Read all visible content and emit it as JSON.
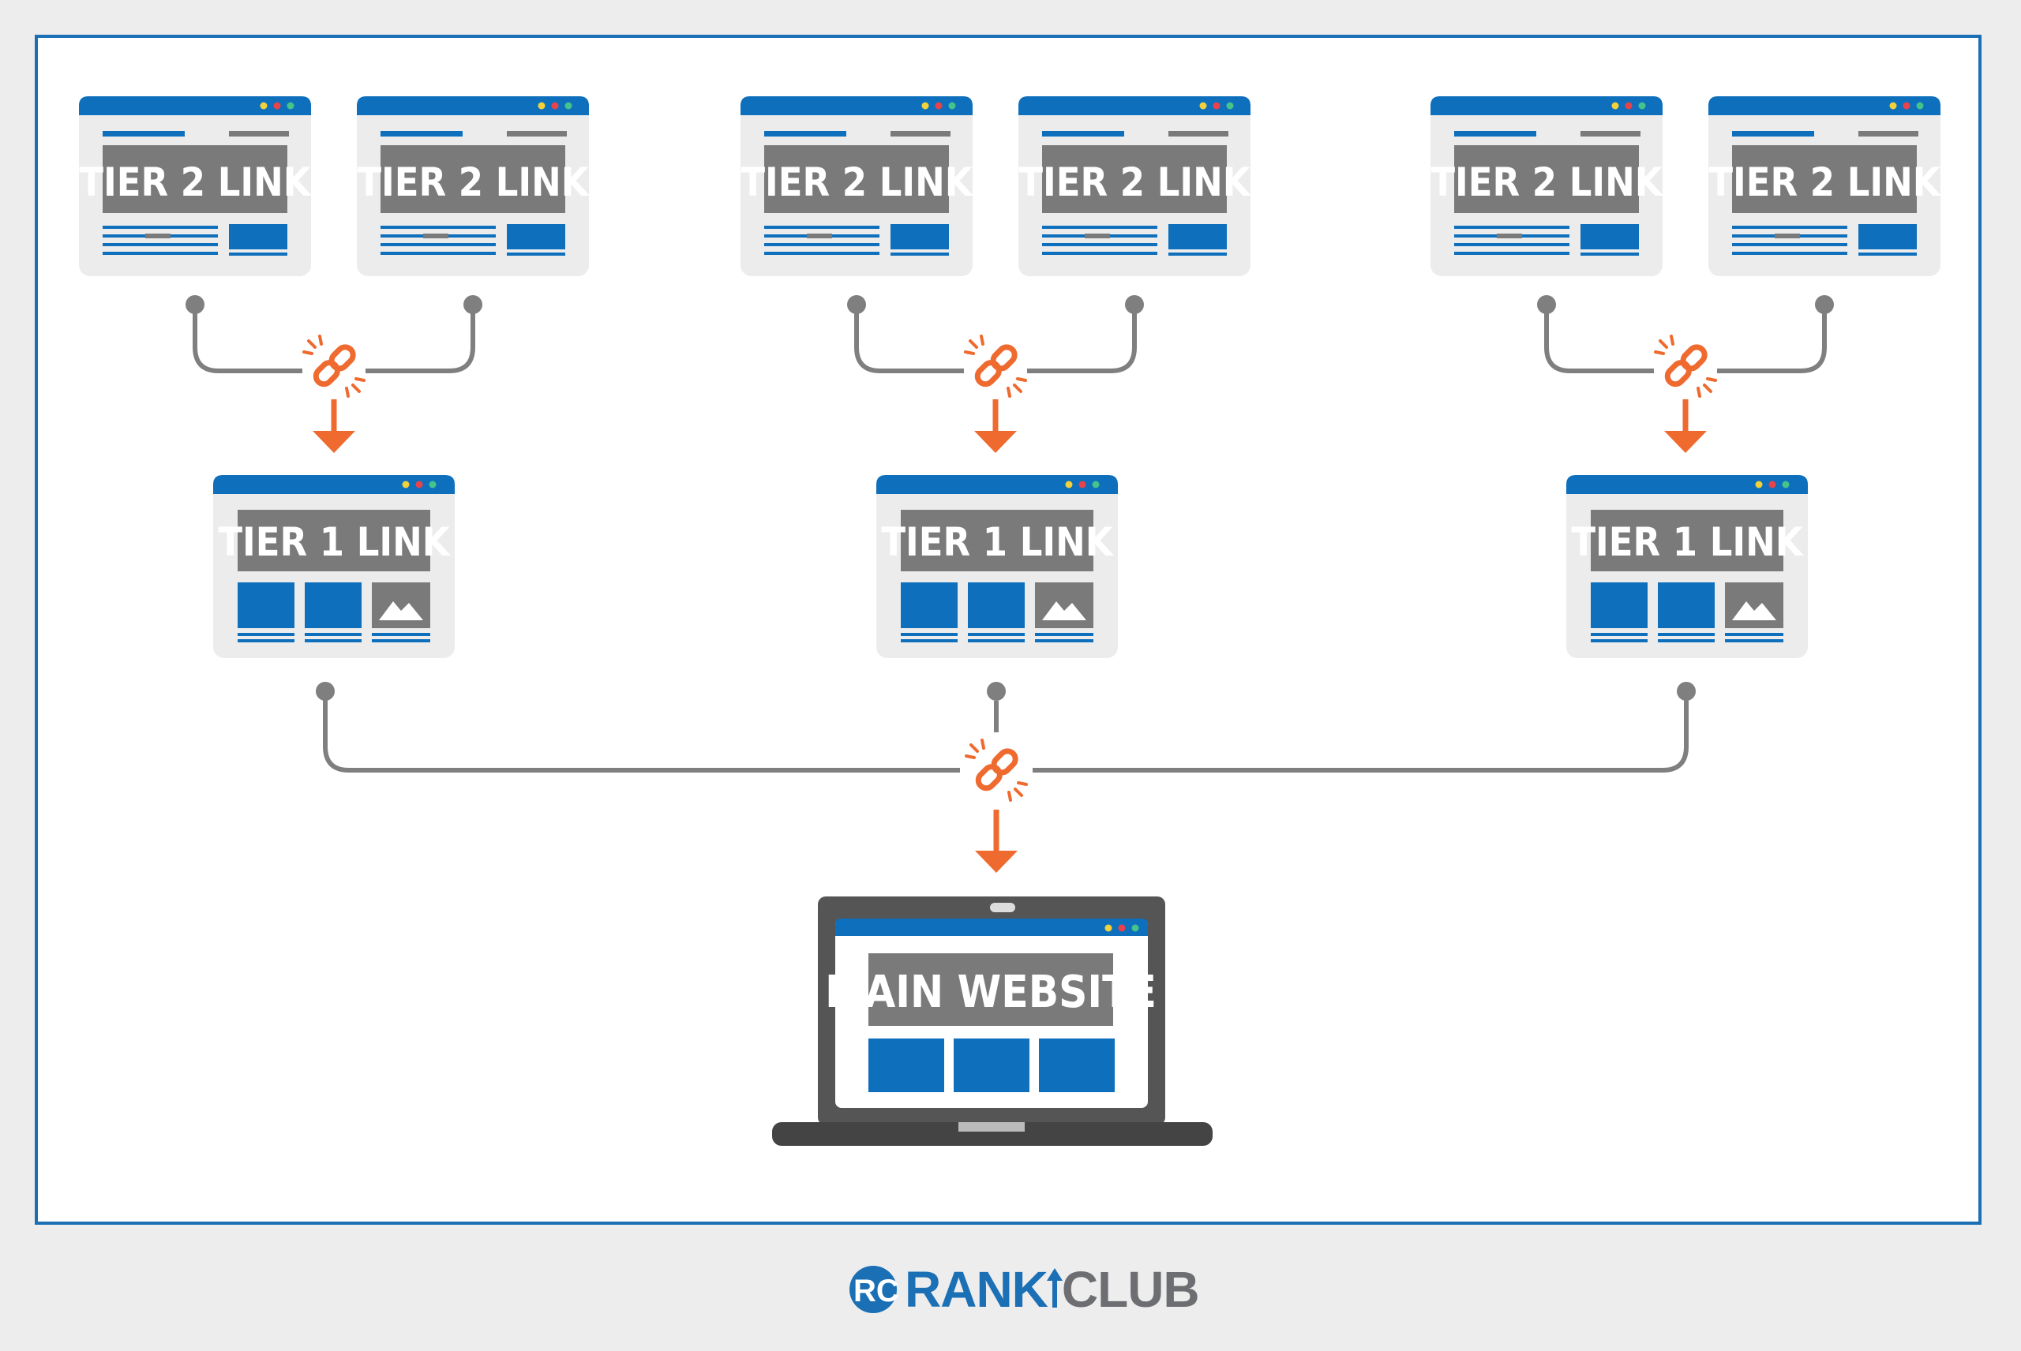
{
  "tier2_label": "TIER 2 LINK",
  "tier1_label": "TIER 1 LINK",
  "main_label": "MAIN WEBSITE",
  "logo": {
    "part1": "RANK",
    "part2": "CLUB"
  },
  "colors": {
    "brand_blue": "#0e6fbc",
    "frame_blue": "#1a6fb5",
    "panel_gray": "#7a7a7a",
    "card_bg": "#ececec",
    "connector_gray": "#7f7f7f",
    "arrow_orange": "#ef6a2e",
    "laptop_dark": "#555555"
  },
  "icons": [
    "browser-window-icon",
    "broken-link-icon",
    "arrow-down-icon",
    "laptop-icon",
    "mountain-image-icon"
  ]
}
